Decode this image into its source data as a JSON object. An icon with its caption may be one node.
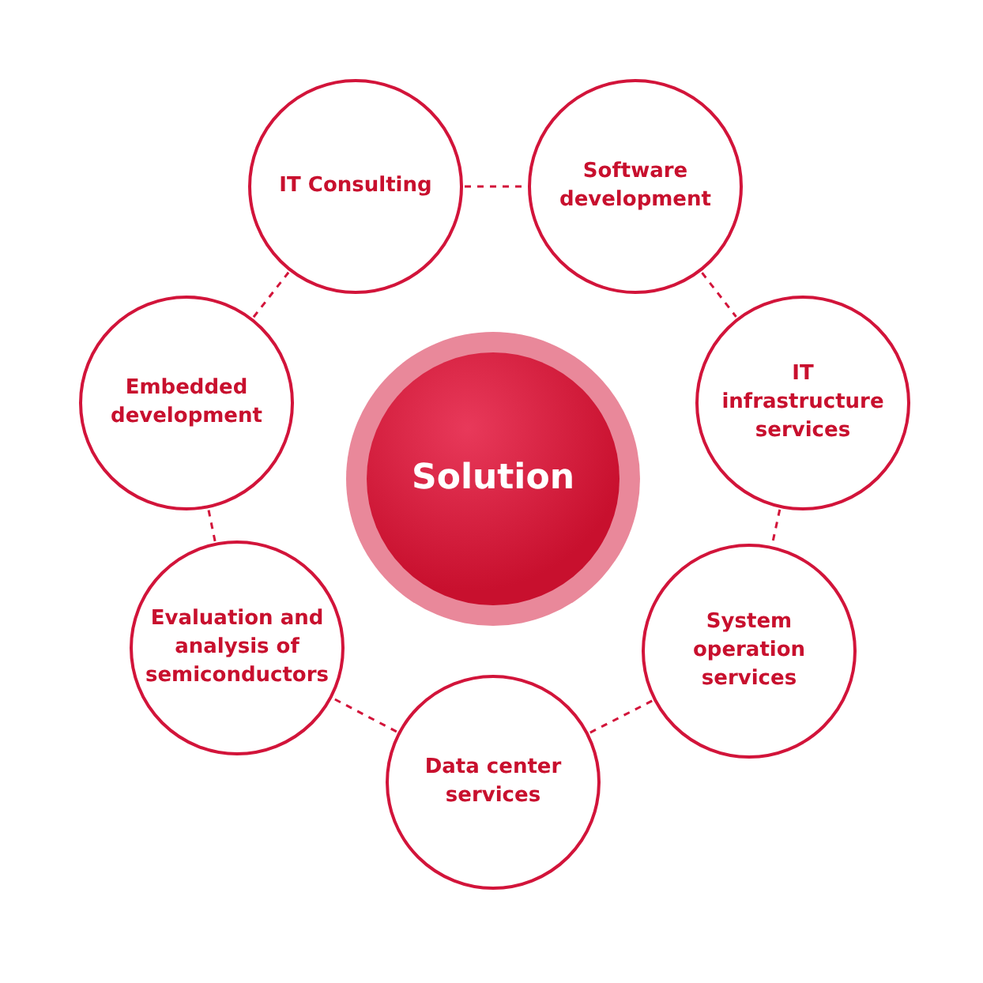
{
  "diagram": {
    "nodes": [
      {
        "text": [
          "Solution"
        ]
      },
      {
        "text": [
          "IT Consulting"
        ]
      },
      {
        "text": [
          "Software development"
        ]
      },
      {
        "text": [
          "IT infrastructure services"
        ]
      },
      {
        "text": [
          "System operation services"
        ]
      },
      {
        "text": [
          "Data center services"
        ]
      },
      {
        "text": [
          "Evaluation and analysis of semiconductors"
        ]
      },
      {
        "text": [
          "Embedded development"
        ]
      }
    ],
    "edges": [
      {
        "from": 1,
        "to": 2,
        "arrow": "none",
        "style": "dashed"
      },
      {
        "from": 2,
        "to": 3,
        "arrow": "none",
        "style": "dashed"
      },
      {
        "from": 3,
        "to": 4,
        "arrow": "none",
        "style": "dashed"
      },
      {
        "from": 4,
        "to": 5,
        "arrow": "none",
        "style": "dashed"
      },
      {
        "from": 5,
        "to": 6,
        "arrow": "none",
        "style": "dashed"
      },
      {
        "from": 6,
        "to": 7,
        "arrow": "none",
        "style": "dashed"
      },
      {
        "from": 7,
        "to": 1,
        "arrow": "none",
        "style": "dashed"
      }
    ]
  }
}
